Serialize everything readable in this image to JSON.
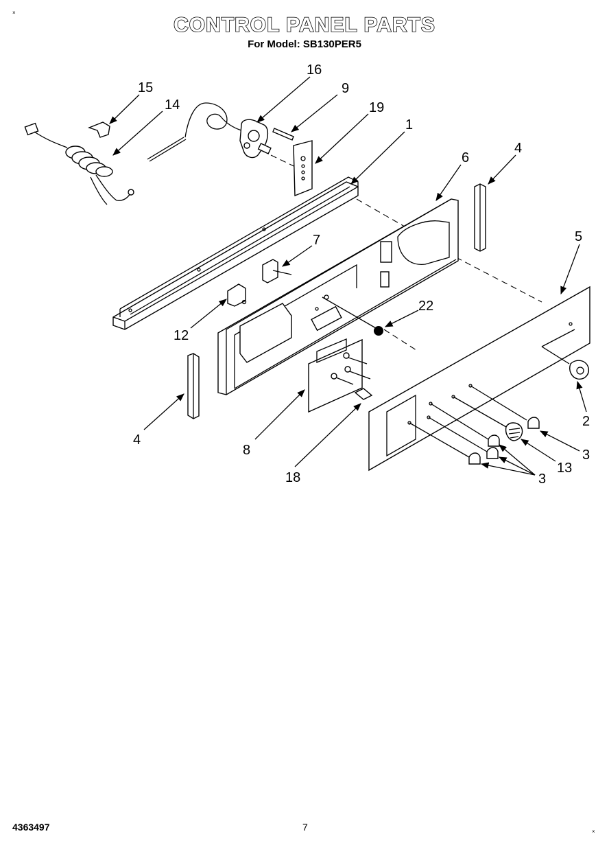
{
  "header": {
    "title": "CONTROL PANEL PARTS",
    "subtitle": "For Model: SB130PER5"
  },
  "footer": {
    "doc_number": "4363497",
    "page_number": "7"
  },
  "corner_marks": {
    "top_left": "×",
    "bottom_right": "×"
  },
  "callouts": [
    "15",
    "14",
    "16",
    "9",
    "19",
    "1",
    "6",
    "4",
    "7",
    "5",
    "22",
    "12",
    "2",
    "4",
    "8",
    "3",
    "13",
    "18",
    "3"
  ]
}
